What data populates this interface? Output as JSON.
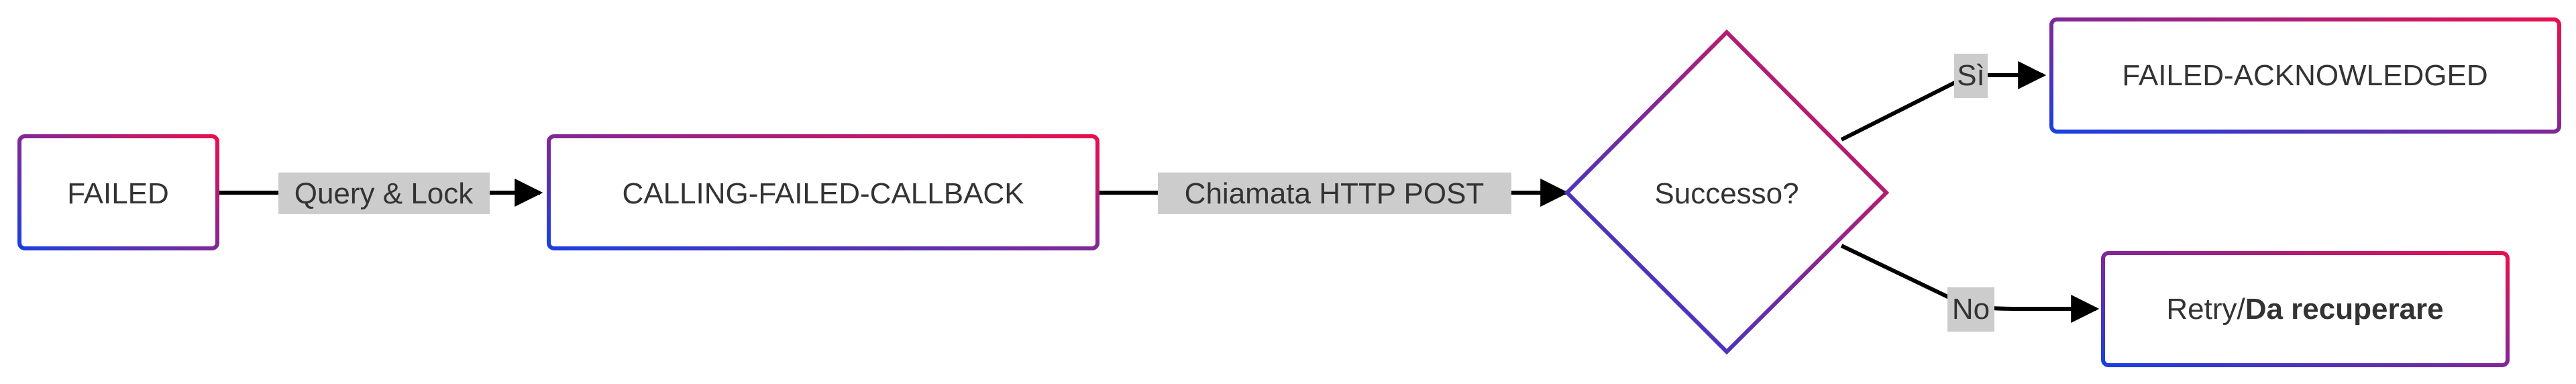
{
  "nodes": {
    "failed": {
      "label": "FAILED"
    },
    "calling_failed_callback": {
      "label": "CALLING-FAILED-CALLBACK"
    },
    "decision": {
      "label": "Successo?"
    },
    "failed_acknowledged": {
      "label": "FAILED-ACKNOWLEDGED"
    },
    "retry": {
      "label_prefix": "Retry/",
      "label_bold": "Da recuperare"
    }
  },
  "edges": {
    "query_lock": {
      "label": "Query & Lock"
    },
    "http_post": {
      "label": "Chiamata HTTP POST"
    },
    "yes": {
      "label": "Sì"
    },
    "no": {
      "label": "No"
    }
  },
  "colors": {
    "gradient_start": "#1a3fe0",
    "gradient_end": "#e8104e",
    "edge": "#000000",
    "label_background": "#cccccc",
    "text": "#333333"
  }
}
